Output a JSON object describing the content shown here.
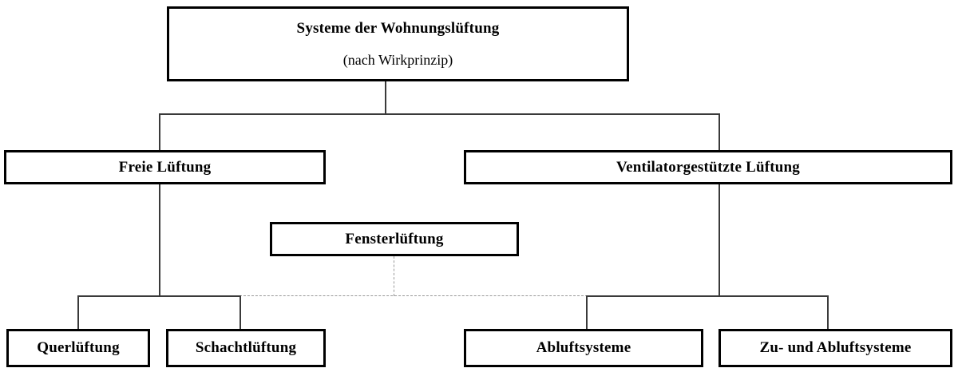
{
  "diagram": {
    "type": "hierarchy-tree",
    "language": "de",
    "title_node": {
      "title": "Systeme der Wohnungslüftung",
      "subtitle": "(nach Wirkprinzip)"
    },
    "level2": [
      {
        "label": "Freie Lüftung"
      },
      {
        "label": "Ventilatorgestützte Lüftung"
      }
    ],
    "floating": [
      {
        "label": "Fensterlüftung"
      }
    ],
    "level3": [
      {
        "label": "Querlüftung"
      },
      {
        "label": "Schachtlüftung"
      },
      {
        "label": "Abluftsysteme"
      },
      {
        "label": "Zu- und Abluftsysteme"
      }
    ],
    "colors": {
      "border": "#000000",
      "background": "#ffffff",
      "connector": "#3a3a3a",
      "connector_dashed": "#9a9a9a",
      "text": "#000000"
    }
  }
}
